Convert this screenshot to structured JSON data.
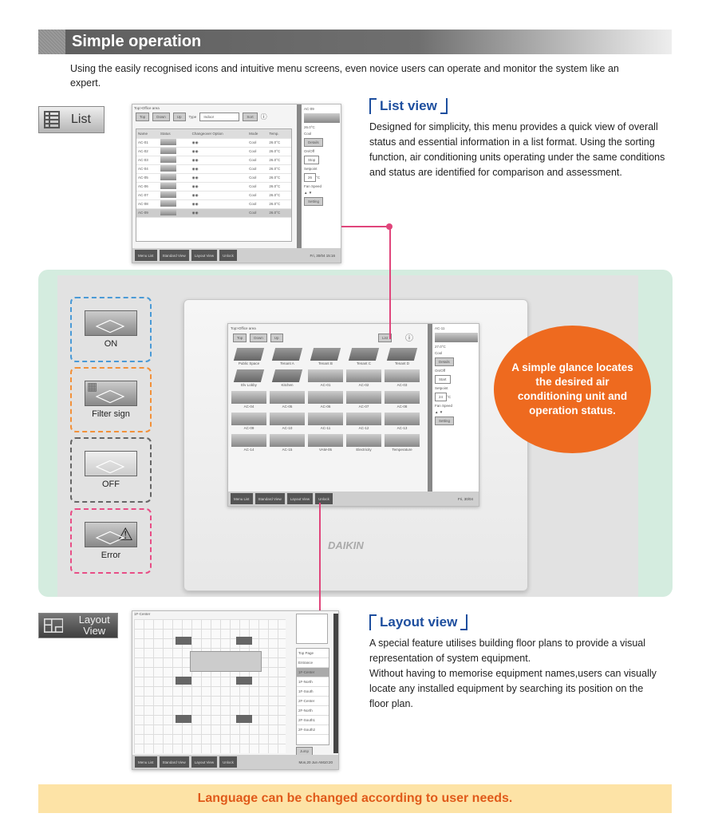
{
  "header": {
    "title": "Simple operation"
  },
  "intro": "Using the easily recognised icons and intuitive menu screens, even novice users can operate and monitor the system like an expert.",
  "list_section": {
    "button_label": "List",
    "heading": "List view",
    "description": "Designed for simplicity, this menu provides a quick view of overall status and essential information in a list format. Using the sorting function, air conditioning units operating under the same conditions and status are identified for comparison and assessment.",
    "screen": {
      "breadcrumb": "Top>Office area",
      "toolbar": [
        "Top",
        "Down",
        "Up"
      ],
      "type_label": "Type",
      "type_value": "Indoor",
      "sort_label": "Sort",
      "columns": [
        "Name",
        "Status",
        "Changeover Option",
        "Mode",
        "Temp."
      ],
      "rows": [
        {
          "name": "AC-01",
          "mode": "Cool",
          "temp": "26.0°C"
        },
        {
          "name": "AC-02",
          "mode": "Cool",
          "temp": "26.0°C"
        },
        {
          "name": "AC-03",
          "mode": "Cool",
          "temp": "26.0°C"
        },
        {
          "name": "AC-04",
          "mode": "Cool",
          "temp": "26.0°C"
        },
        {
          "name": "AC-05",
          "mode": "Cool",
          "temp": "26.0°C"
        },
        {
          "name": "AC-06",
          "mode": "Cool",
          "temp": "26.0°C"
        },
        {
          "name": "AC-07",
          "mode": "Cool",
          "temp": "26.0°C"
        },
        {
          "name": "AC-08",
          "mode": "Cool",
          "temp": "26.0°C"
        },
        {
          "name": "AC-09",
          "mode": "Cool",
          "temp": "26.0°C"
        }
      ],
      "side": {
        "unit": "AC-09",
        "temp": "26.0°C",
        "mode": "Cool",
        "details": "Details",
        "onoff_label": "On/Off",
        "onoff_value": "Stop",
        "setpoint_label": "Setpoint",
        "setpoint": "26",
        "unit_c": "°C",
        "fan_label": "Fan Speed",
        "setting": "Setting"
      },
      "bottom": [
        "Menu List",
        "Standard View",
        "Layout View",
        "Unlock"
      ],
      "clock": "Fri, 30/04 15:16"
    }
  },
  "status_icons": [
    {
      "label": "ON",
      "color": "#4a9ad6"
    },
    {
      "label": "Filter sign",
      "color": "#f2913a"
    },
    {
      "label": "OFF",
      "color": "#666666"
    },
    {
      "label": "Error",
      "color": "#e84e86"
    }
  ],
  "device": {
    "breadcrumb": "Top>Office area",
    "toolbar": [
      "Top",
      "Down",
      "Up"
    ],
    "list_label": "List",
    "tiles": [
      "Public Space",
      "Tenant A",
      "Tenant B",
      "Tenant C",
      "Tenant D",
      "Elv Lobby",
      "Kitchen",
      "AC-01",
      "AC-02",
      "AC-03",
      "AC-04",
      "AC-05",
      "AC-06",
      "AC-07",
      "AC-08",
      "AC-09",
      "AC-10",
      "AC-11",
      "AC-12",
      "AC-13",
      "AC-14",
      "AC-15",
      "VAM-05",
      "Electricity",
      "Temperature"
    ],
    "side": {
      "unit": "AC-11",
      "temp": "27.0°C",
      "mode": "Cool",
      "details": "Details",
      "onoff_label": "On/Off",
      "onoff_value": "Start",
      "setpoint_label": "Setpoint",
      "setpoint": "24",
      "unit_c": "°C",
      "fan_label": "Fan Speed",
      "setting": "Setting"
    },
    "bottom": [
      "Menu List",
      "Standard View",
      "Layout View",
      "Unlock"
    ],
    "clock": "Fri, 30/04",
    "brand": "DAIKIN"
  },
  "callout": "A simple glance locates the desired air conditioning unit and operation status.",
  "layout_section": {
    "button_label": "Layout View",
    "heading": "Layout view",
    "description1": "A special feature utilises building floor plans to provide a visual representation of system equipment.",
    "description2": "Without having to memorise equipment names,users can visually locate any installed equipment by searching its position on the floor plan.",
    "screen": {
      "title": "1F-Center",
      "floors": [
        "Top Page",
        "Entrance",
        "1F-Center",
        "1F-North",
        "1F-South",
        "2F-Center",
        "2F-North",
        "2F-South1",
        "2F-South2"
      ],
      "jump": "Jump",
      "bottom": [
        "Menu List",
        "Standard View",
        "Layout View",
        "Unlock"
      ],
      "clock": "Mon,20 Jun AM10:20"
    }
  },
  "banner": "Language can be changed according to user needs.",
  "colors": {
    "heading_blue": "#1d4e9e",
    "callout_orange": "#ee6a1f",
    "connector_pink": "#e0457b",
    "panel_green": "#d4ecdf",
    "banner_bg": "#fde3a6",
    "banner_text": "#e05a1a"
  }
}
